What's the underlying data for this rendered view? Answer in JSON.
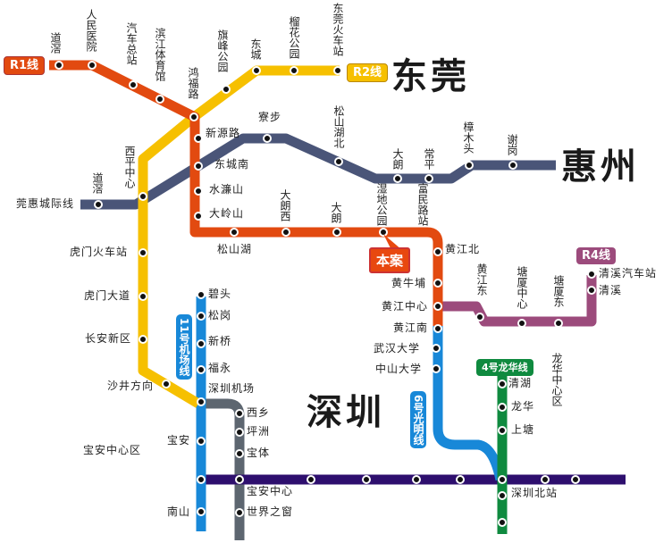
{
  "regions": {
    "dongguan": "东莞",
    "huizhou": "惠州",
    "shenzhen": "深圳",
    "baoan_center_district": "宝安中心区",
    "longhua_center_district": "龙华中心区"
  },
  "callout": "本案",
  "colors": {
    "r1": "#e24a10",
    "r2": "#f6c000",
    "r4": "#9c4b7c",
    "intercity": "#4a5578",
    "line11": "#1888d8",
    "line6": "#1888d8",
    "line4": "#0f8a3f",
    "line1": "#2e0f6e",
    "grey": "#5d6670"
  },
  "lines": {
    "r1": {
      "badge": "R1线",
      "stations": [
        "道滘",
        "人民医院",
        "汽车总站",
        "滨江体育馆",
        "鸿福路",
        "新源路",
        "东城南",
        "水濂山",
        "大岭山",
        "松山湖",
        "大朗西",
        "大朗",
        "湿地公园",
        "富民路站",
        "黄江北",
        "黄牛埔",
        "黄江中心",
        "黄江南"
      ]
    },
    "r2": {
      "badge": "R2线",
      "stations": [
        "东莞火车站",
        "榴花公园",
        "东城",
        "旗峰公园",
        "西平中心",
        "虎门火车站",
        "虎门大道",
        "长安新区",
        "沙井方向"
      ]
    },
    "r4": {
      "badge": "R4线",
      "stations": [
        "黄江东",
        "塘厦中心",
        "塘厦东",
        "清溪",
        "清溪汽车站"
      ]
    },
    "intercity": {
      "name": "莞惠城际线",
      "stations": [
        "道滘",
        "寮步",
        "松山湖北",
        "大朗",
        "常平",
        "樟木头",
        "谢岗"
      ]
    },
    "line11": {
      "badge": "11号机场线",
      "stations": [
        "碧头",
        "松岗",
        "新桥",
        "福永",
        "深圳机场",
        "宝安",
        "南山"
      ]
    },
    "line6": {
      "badge": "6号光明线",
      "stations": [
        "武汉大学",
        "中山大学"
      ]
    },
    "line4": {
      "badge": "4号龙华线",
      "stations": [
        "清湖",
        "龙华",
        "上塘",
        "深圳北站"
      ]
    },
    "grey": {
      "stations": [
        "西乡",
        "坪洲",
        "宝体",
        "宝安中心",
        "世界之窗"
      ]
    }
  }
}
